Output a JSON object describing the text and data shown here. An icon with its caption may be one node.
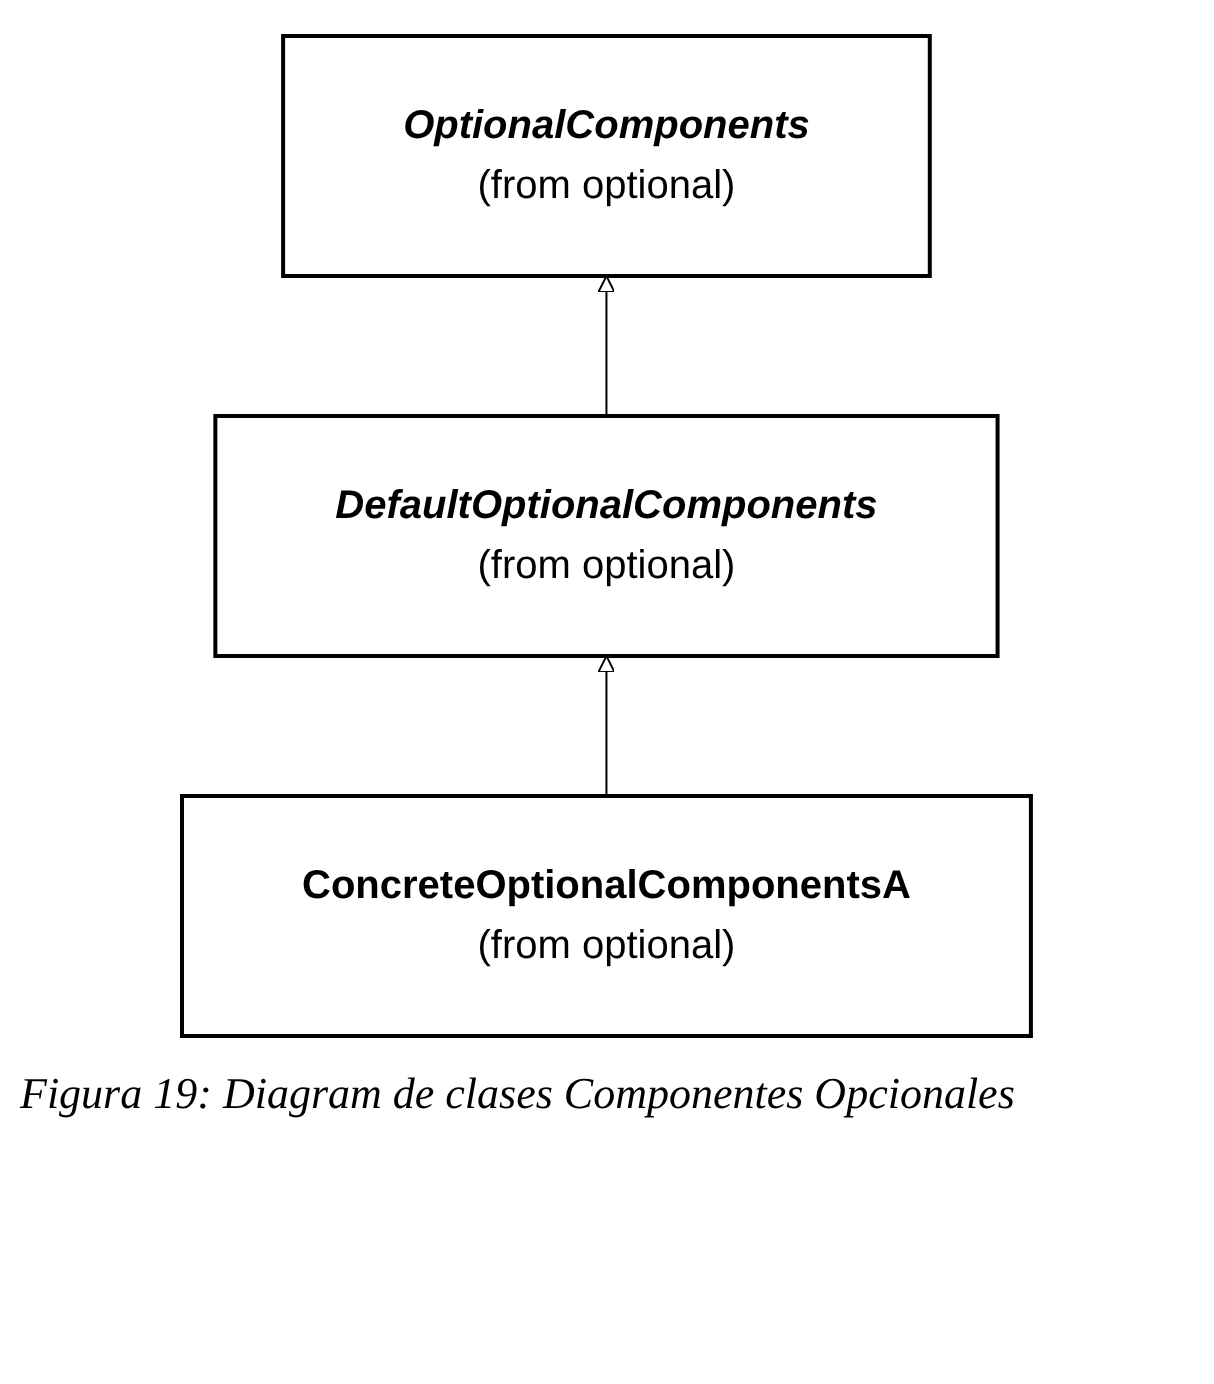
{
  "diagram": {
    "caption": "Figura 19: Diagram de clases Componentes Opcionales",
    "nodes": [
      {
        "text": [
          "OptionalComponents",
          "(from optional)"
        ]
      },
      {
        "text": [
          "DefaultOptionalComponents",
          "(from optional)"
        ]
      },
      {
        "text": [
          "ConcreteOptionalComponentsA",
          "(from optional)"
        ]
      }
    ],
    "edges": [
      {
        "from": 1,
        "to": 0,
        "arrow": "to"
      },
      {
        "from": 2,
        "to": 1,
        "arrow": "to"
      }
    ]
  }
}
